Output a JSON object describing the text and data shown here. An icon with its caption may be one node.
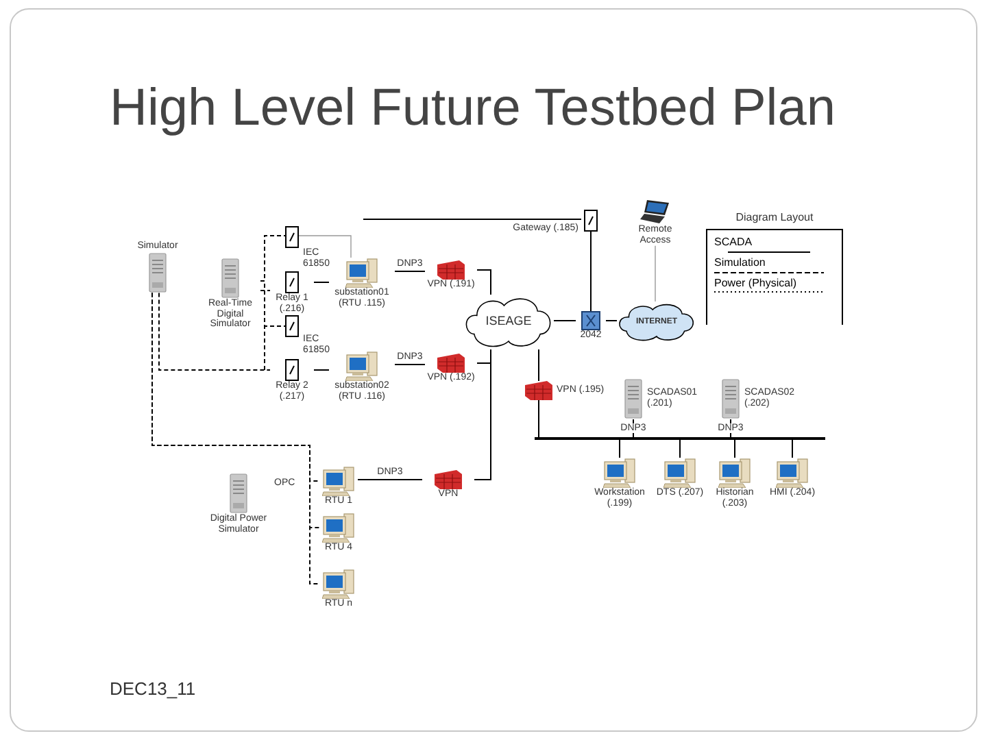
{
  "diagram": {
    "title": "High Level Future Testbed Plan",
    "nodes": [
      {
        "text": [
          "Simulator"
        ]
      },
      {
        "text": [
          "Real-Time Digital Simulator"
        ]
      },
      {
        "text": [],
        "shape": "box"
      },
      {
        "text": [
          "Relay 1 (.216)"
        ]
      },
      {
        "text": [],
        "shape": "box"
      },
      {
        "text": [
          "Relay 2 (.217)"
        ]
      },
      {
        "text": [
          "substation01 (RTU .115)"
        ]
      },
      {
        "text": [
          "substation02 (RTU .116)"
        ]
      },
      {
        "text": [
          "VPN (.191)"
        ]
      },
      {
        "text": [
          "VPN (.192)"
        ]
      },
      {
        "text": [
          "ISEAGE"
        ]
      },
      {
        "text": [],
        "shape": "box",
        "beside": [
          "Gateway (.185)"
        ]
      },
      {
        "text": [
          "Remote Access"
        ]
      },
      {
        "text": [
          "2042"
        ]
      },
      {
        "text": [
          "INTERNET"
        ]
      },
      {
        "text": [
          "VPN (.195)"
        ]
      },
      {
        "text": [
          "SCADAS01 (.201)"
        ]
      },
      {
        "text": [
          "SCADAS02 (.202)"
        ]
      },
      {
        "text": [],
        "shape": "bar"
      },
      {
        "text": [
          "Workstation (.199)"
        ]
      },
      {
        "text": [
          "DTS (.207)"
        ]
      },
      {
        "text": [
          "Historian (.203)"
        ]
      },
      {
        "text": [
          "HMI (.204)"
        ]
      },
      {
        "text": [
          "Digital Power Simulator"
        ]
      },
      {
        "text": [
          "RTU 1"
        ]
      },
      {
        "text": [
          "RTU 4"
        ]
      },
      {
        "text": [
          "RTU n"
        ]
      },
      {
        "text": [
          "VPN"
        ]
      }
    ],
    "edges": [
      {
        "from": 1,
        "to": 2,
        "arrow": "none",
        "style": "dashed"
      },
      {
        "from": 1,
        "to": 3,
        "arrow": "none",
        "style": "dashed"
      },
      {
        "from": 1,
        "to": 4,
        "arrow": "none",
        "style": "dashed"
      },
      {
        "from": 1,
        "to": 5,
        "arrow": "none",
        "style": "dashed"
      },
      {
        "from": 0,
        "to": 5,
        "arrow": "none",
        "style": "dashed"
      },
      {
        "from": 0,
        "to": 24,
        "arrow": "none",
        "style": "dashed"
      },
      {
        "from": 0,
        "to": 25,
        "arrow": "none",
        "style": "dashed"
      },
      {
        "from": 0,
        "to": 26,
        "arrow": "none",
        "style": "dashed"
      },
      {
        "from": 2,
        "to": 6,
        "arrow": "none",
        "color": "#999999"
      },
      {
        "from": 3,
        "to": 6,
        "arrow": "none"
      },
      {
        "from": 5,
        "to": 7,
        "arrow": "none"
      },
      {
        "from": 6,
        "to": 8,
        "arrow": "none",
        "label": "DNP3"
      },
      {
        "from": 7,
        "to": 9,
        "arrow": "none",
        "label": "DNP3"
      },
      {
        "from": 8,
        "to": 10,
        "arrow": "none"
      },
      {
        "from": 9,
        "to": 10,
        "arrow": "none"
      },
      {
        "from": 24,
        "to": 27,
        "arrow": "none",
        "label": "DNP3"
      },
      {
        "from": 27,
        "to": 10,
        "arrow": "none"
      },
      {
        "from": null,
        "to": 11,
        "arrow": "none"
      },
      {
        "from": 11,
        "to": 13,
        "arrow": "none"
      },
      {
        "from": 10,
        "to": 13,
        "arrow": "none"
      },
      {
        "from": 13,
        "to": 14,
        "arrow": "none"
      },
      {
        "from": 12,
        "to": 14,
        "arrow": "none",
        "color": "#999999"
      },
      {
        "from": 10,
        "to": 15,
        "arrow": "none"
      },
      {
        "from": 15,
        "to": 18,
        "arrow": "none"
      },
      {
        "from": 16,
        "to": 18,
        "arrow": "none",
        "label": "DNP3"
      },
      {
        "from": 17,
        "to": 18,
        "arrow": "none",
        "label": "DNP3"
      },
      {
        "from": 18,
        "to": 19,
        "arrow": "none"
      },
      {
        "from": 18,
        "to": 20,
        "arrow": "none"
      },
      {
        "from": 18,
        "to": 21,
        "arrow": "none"
      },
      {
        "from": 18,
        "to": 22,
        "arrow": "none"
      }
    ],
    "labels": [
      "Diagram Layout",
      "IEC 61850",
      "IEC 61850",
      "OPC",
      "DEC13_11"
    ],
    "legend": [
      {
        "text": "SCADA"
      },
      {
        "text": "Simulation"
      },
      {
        "text": "Power (Physical)"
      }
    ]
  }
}
